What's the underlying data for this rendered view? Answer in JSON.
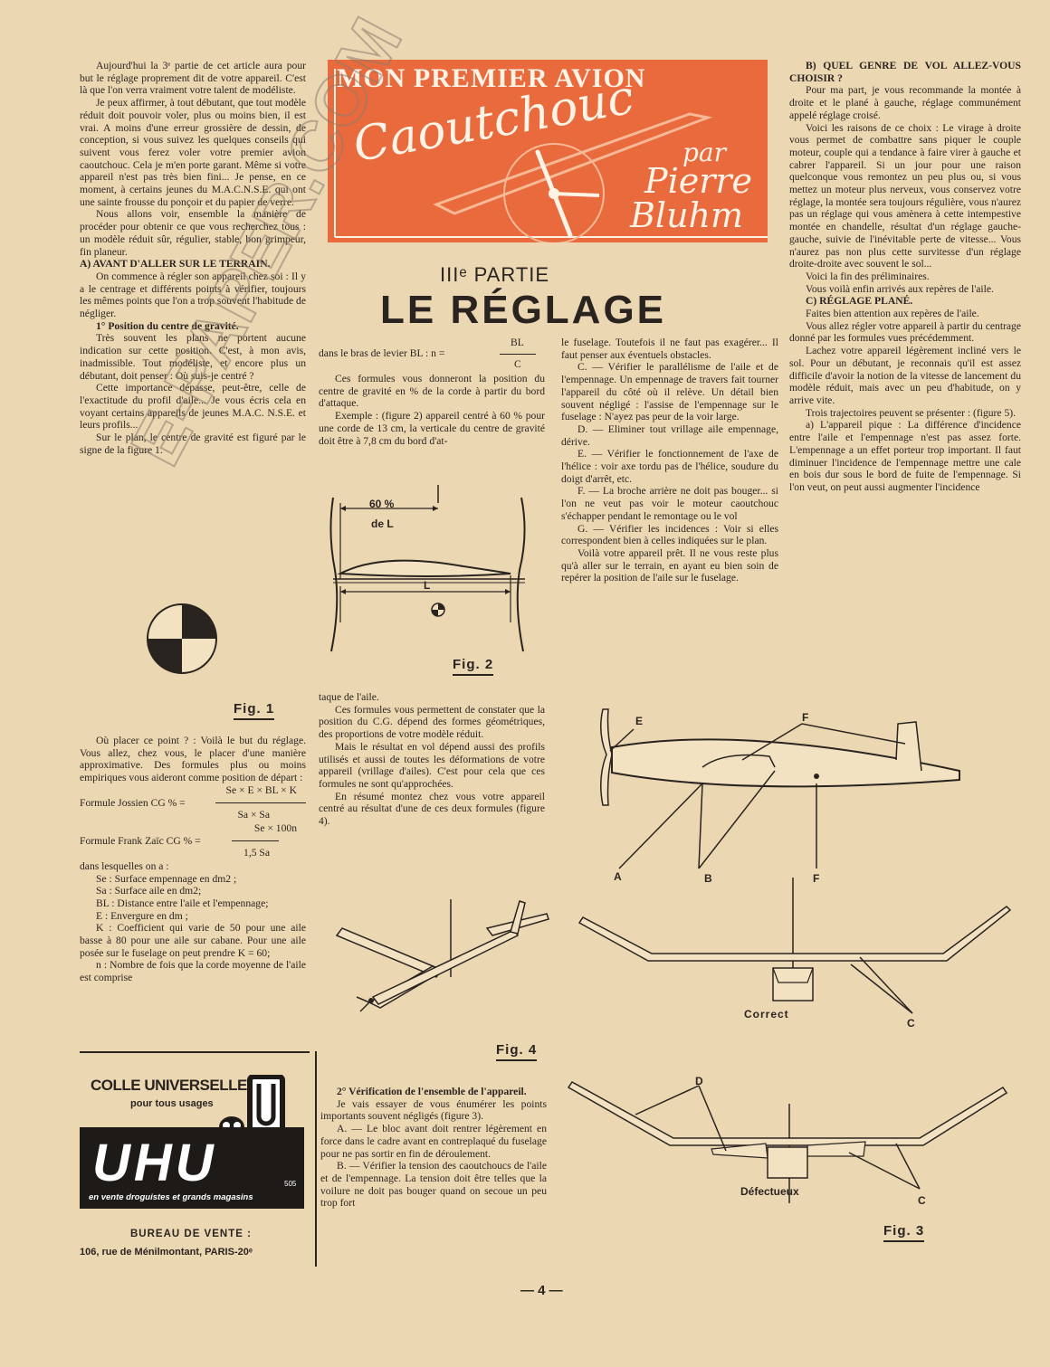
{
  "banner": {
    "title": "MON PREMIER AVION",
    "script_word": "Caoutchouc",
    "by": "par",
    "author_first": "Pierre",
    "author_last": "Bluhm"
  },
  "heading": {
    "part": "IIIᵉ PARTIE",
    "title": "LE RÉGLAGE"
  },
  "col1": [
    "Aujourd'hui la 3ᵉ partie de cet article aura pour but le réglage proprement dit de votre appareil. C'est là que l'on verra vraiment votre talent de modéliste.",
    "Je peux affirmer, à tout débutant, que tout modèle réduit doit pouvoir voler, plus ou moins bien, il est vrai. A moins d'une erreur grossière de dessin, de conception, si vous suivez les quelques conseils qui suivent vous ferez voler votre premier avion caoutchouc. Cela je m'en porte garant. Même si votre appareil n'est pas très bien fini... Je pense, en ce moment, à certains jeunes du M.A.C.N.S.E. qui ont une sainte frousse du ponçoir et du papier de verre.",
    "Nous allons voir, ensemble la manière de procéder pour obtenir ce que vous recherchez tous : un modèle réduit sûr, régulier, stable, bon grimpeur, fin planeur."
  ],
  "col1_h_a": "A) AVANT D'ALLER SUR LE TERRAIN.",
  "col1b": [
    "On commence à régler son appareil chez soi : Il y a le centrage et différents points à vérifier, toujours les mêmes points que l'on a trop souvent l'habitude de négliger."
  ],
  "col1_h_1": "1° Position du centre de gravité.",
  "col1c": [
    "Très souvent les plans ne portent aucune indication sur cette position. C'est, à mon avis, inadmissible. Tout modéliste, et encore plus un débutant, doit penser : Où suis-je centré ?",
    "Cette importance dépasse, peut-être, celle de l'exactitude du profil d'aile... Je vous écris cela en voyant certains appareils de jeunes M.A.C. N.S.E. et leurs profils...",
    "Sur le plan, le centre de gravité est figuré par le signe de la figure 1."
  ],
  "fig1": "Fig. 1",
  "col1d": [
    "Où placer ce point ? : Voilà le but du réglage. Vous allez, chez vous, le placer d'une manière approximative. Des formules plus ou moins empiriques vous aideront comme position de départ :"
  ],
  "formula": {
    "jossien_num": "Se × E × BL × K",
    "jossien_label": "Formule Jossien CG % =",
    "jossien_den": "Sa × Sa",
    "frank_num": "Se × 100n",
    "frank_label": "Formule Frank Zaïc CG % =",
    "frank_den": "1,5 Sa"
  },
  "col1e": [
    "dans lesquelles on a :",
    "Se : Surface empennage en dm2 ;",
    "Sa : Surface aile en dm2;",
    "BL : Distance entre l'aile et l'empennage;",
    "E : Envergure en dm ;",
    "K : Coefficient qui varie de 50 pour une aile basse à 80 pour une aile sur cabane. Pour une aile posée sur le fuselage on peut prendre K = 60;",
    "n : Nombre de fois que la corde moyenne de l'aile est comprise"
  ],
  "col2_top": {
    "lever": "dans le bras de levier BL : n =",
    "lever_num": "BL",
    "lever_den": "C"
  },
  "col2a": [
    "Ces formules vous donneront la position du centre de gravité en % de la corde à partir du bord d'attaque.",
    "Exemple : (figure 2) appareil centré à 60 % pour une corde de 13 cm, la verticale du centre de gravité doit être à 7,8 cm du bord d'at-"
  ],
  "fig2": {
    "label": "Fig. 2",
    "pct": "60 %",
    "de": "de L",
    "l": "L"
  },
  "col2b": [
    "taque de l'aile.",
    "Ces formules vous permettent de constater que la position du C.G. dépend des formes géométriques, des proportions de votre modèle réduit.",
    "Mais le résultat en vol dépend aussi des profils utilisés et aussi de toutes les déformations de votre appareil (vrillage d'ailes). C'est pour cela que ces formules ne sont qu'approchées.",
    "En résumé montez chez vous votre appareil centré au résultat d'une de ces deux formules (figure 4)."
  ],
  "fig4": "Fig. 4",
  "col2_h_2": "2° Vérification de l'ensemble de l'appareil.",
  "col2c": [
    "Je vais essayer de vous énumérer les points importants souvent négligés (figure 3).",
    "A. — Le bloc avant doit rentrer légèrement en force dans le cadre avant en contreplaqué du fuselage pour ne pas sortir en fin de déroulement.",
    "B. — Vérifier la tension des caoutchoucs de l'aile et de l'empennage. La tension doit être telles que la voilure ne doit pas bouger quand on secoue un peu trop fort"
  ],
  "col3": [
    "le fuselage. Toutefois il ne faut pas exagérer... Il faut penser aux éventuels obstacles.",
    "C. — Vérifier le parallélisme de l'aile et de l'empennage. Un empennage de travers fait tourner l'appareil du côté où il relève. Un détail bien souvent négligé : l'assise de l'empennage sur le fuselage : N'ayez pas peur de la voir large.",
    "D. — Eliminer tout vrillage aile empennage, dérive.",
    "E. — Vérifier le fonctionnement de l'axe de l'hélice : voir axe tordu pas de l'hélice, soudure du doigt d'arrêt, etc.",
    "F. — La broche arrière ne doit pas bouger... si l'on ne veut pas voir le moteur caoutchouc s'échapper pendant le remontage ou le vol",
    "G. — Vérifier les incidences : Voir si elles correspondent bien à celles indiquées sur le plan.",
    "Voilà votre appareil prêt. Il ne vous reste plus qu'à aller sur le terrain, en ayant eu bien soin de repérer la position de l'aile sur le fuselage."
  ],
  "col4_h_b": "B) QUEL GENRE DE VOL ALLEZ-VOUS CHOISIR ?",
  "col4a": [
    "Pour ma part, je vous recommande la montée à droite et le plané à gauche, réglage communément appelé réglage croisé.",
    "Voici les raisons de ce choix : Le virage à droite vous permet de combattre sans piquer le couple moteur, couple qui a tendance à faire virer à gauche et cabrer l'appareil. Si un jour pour une raison quelconque vous remontez un peu plus ou, si vous mettez un moteur plus nerveux, vous conservez votre réglage, la montée sera toujours régulière, vous n'aurez pas un réglage qui vous amènera à cette intempestive montée en chandelle, résultat d'un réglage gauche-gauche, suivie de l'inévitable perte de vitesse... Vous n'aurez pas non plus cette survitesse d'un réglage droite-droite avec souvent le sol...",
    "Voici la fin des préliminaires.",
    "Vous voilà enfin arrivés aux repères de l'aile."
  ],
  "col4_h_c": "C) RÉGLAGE PLANÉ.",
  "col4b": [
    "Faites bien attention aux repères de l'aile.",
    "Vous allez régler votre appareil à partir du centrage donné par les formules vues précédemment.",
    "Lachez votre appareil légèrement incliné vers le sol. Pour un débutant, je reconnais qu'il est assez difficile d'avoir la notion de la vitesse de lancement du modèle réduit, mais avec un peu d'habitude, on y arrive vite.",
    "Trois trajectoires peuvent se présenter : (figure 5).",
    "a) L'appareil pique : La différence d'incidence entre l'aile et l'empennage n'est pas assez forte. L'empennage a un effet porteur trop important. Il faut diminuer l'incidence de l'empennage mettre une cale en bois dur sous le bord de fuite de l'empennage. Si l'on veut, on peut aussi augmenter l'incidence"
  ],
  "fig3": {
    "label": "Fig. 3",
    "correct": "Correct",
    "defect": "Défectueux",
    "a": "A",
    "b": "B",
    "c": "C",
    "d": "D",
    "e": "E",
    "f": "F"
  },
  "ad": {
    "line1": "COLLE UNIVERSELLE",
    "line2": "pour tous usages",
    "brand": "UHU",
    "tagline": "en vente droguistes et grands magasins",
    "office": "BUREAU DE VENTE :",
    "address": "106, rue de Ménilmontant, PARIS-20ᵉ",
    "code": "505"
  },
  "watermark": "E-PAPER.COM",
  "page_number": "— 4 —"
}
